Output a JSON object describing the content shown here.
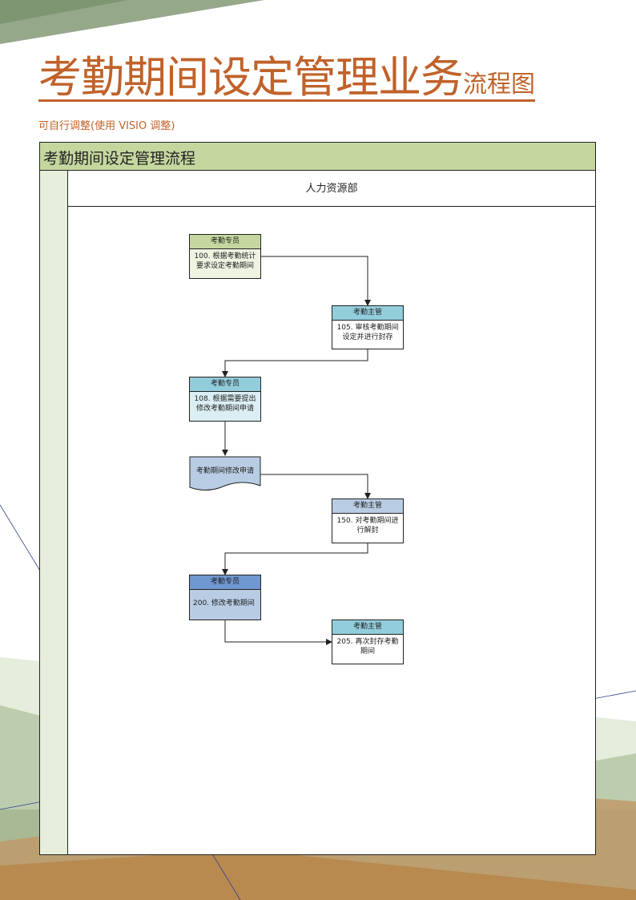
{
  "title": {
    "main": "考勤期间设定管理业务",
    "sub": "流程图"
  },
  "subtitle": "可自行调整(使用 VISIO 调整)",
  "frame": {
    "heading": "考勤期间设定管理流程",
    "lane_label": "人力资源部"
  },
  "nodes": [
    {
      "id": "n100",
      "role": "考勤专员",
      "text": "100. 根据考勤统计要求设定考勤期间",
      "head_color": "#c5d79f",
      "body_color": "#eef3e2"
    },
    {
      "id": "n105",
      "role": "考勤主管",
      "text": "105. 审核考勤期间设定并进行封存",
      "head_color": "#92cddc",
      "body_color": "#ffffff"
    },
    {
      "id": "n108",
      "role": "考勤专员",
      "text": "108. 根据需要提出修改考勤期间申请",
      "head_color": "#92cddc",
      "body_color": "#dbeef3"
    },
    {
      "id": "n150",
      "role": "考勤主管",
      "text": "150. 对考勤期间进行解封",
      "head_color": "#b8cce4",
      "body_color": "#ffffff"
    },
    {
      "id": "n200",
      "role": "考勤专员",
      "text": "200. 修改考勤期间",
      "head_color": "#6f97d0",
      "body_color": "#b8cce4"
    },
    {
      "id": "n205",
      "role": "考勤主管",
      "text": "205. 再次封存考勤期间",
      "head_color": "#92cddc",
      "body_color": "#ffffff"
    }
  ],
  "document": {
    "text": "考勤期间修改申请",
    "fill_color": "#b8cce4"
  },
  "colors": {
    "accent": "#c0622a",
    "frame_header": "#c5d79f",
    "frame_side": "#e7efdc"
  }
}
